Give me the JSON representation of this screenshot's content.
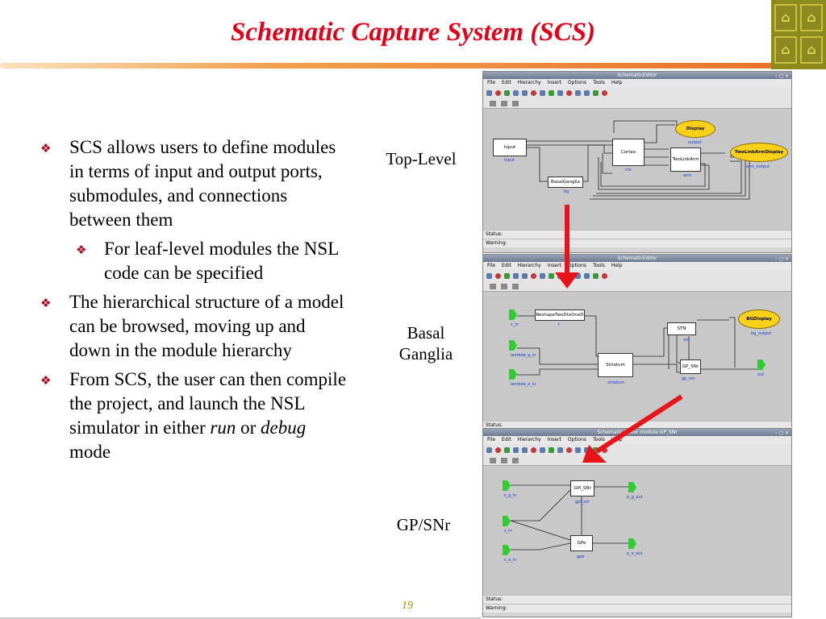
{
  "slide": {
    "title": "Schematic Capture System (SCS)",
    "page_number": "19"
  },
  "bullets": [
    {
      "text": "SCS allows users to define modules in terms of input and output ports, submodules, and connections between them"
    },
    {
      "text": "For leaf-level modules the NSL code can be specified"
    },
    {
      "text": "The hierarchical structure of a model can be browsed, moving up and down in the module hierarchy"
    },
    {
      "text_before": "From SCS, the user can then compile the project, and launch the NSL simulator in either ",
      "italic1": "run",
      "mid": " or ",
      "italic2": "debug",
      "text_after": " mode"
    }
  ],
  "labels": {
    "top_level": "Top-Level",
    "basal_ganglia": "Basal\nGanglia",
    "gp_snr": "GP/SNr"
  },
  "windows": {
    "title": "SchematicEditor",
    "title3": "Schematic Editor module GP_SNr",
    "menu": [
      "File",
      "Edit",
      "Hierarchy",
      "Insert",
      "Options",
      "Tools",
      "Help"
    ],
    "status": "Status:",
    "warning": "Warning:",
    "w1": {
      "input": "Input",
      "input_port": "input",
      "cortex": "Cortex",
      "ctx": "ctx",
      "display": "Display",
      "output": "output",
      "twolinkarm": "TwoLinkArm",
      "arm": "arm",
      "twolinkarmdisplay": "TwoLinkArmDisplay",
      "arm_output": "arm_output",
      "basalganglia": "BasalGanglia",
      "bg": "bg"
    },
    "w2": {
      "reshape": "ReshapeTwoDtoOneD",
      "r": "r",
      "c_in": "c_in",
      "lambda_g_in": "lambda_g_in",
      "lambda_e_in": "lambda_e_in",
      "stn": "STN",
      "stn_port": "stn",
      "striatum": "Striatum",
      "striatum_port": "striatum",
      "gp_snr": "GP_SNr",
      "gp_snr_port": "gp_snr",
      "bgdisplay": "BGDisplay",
      "bg_output": "bg_output",
      "out": "out"
    },
    "w3": {
      "s_g_in": "s_g_in",
      "s_in": "s_in",
      "s_e_in": "s_e_in",
      "gpi_snr": "GPi_SNr",
      "gpi_snr_port": "gpi_snr",
      "gpe": "GPe",
      "gpe_port": "gpe",
      "p_g_out": "p_g_out",
      "p_e_out": "p_e_out"
    }
  },
  "colors": {
    "title": "#e2001a",
    "arrow": "#e8141a",
    "oval": "#f9d11b",
    "port_green": "#2ccf2c"
  }
}
